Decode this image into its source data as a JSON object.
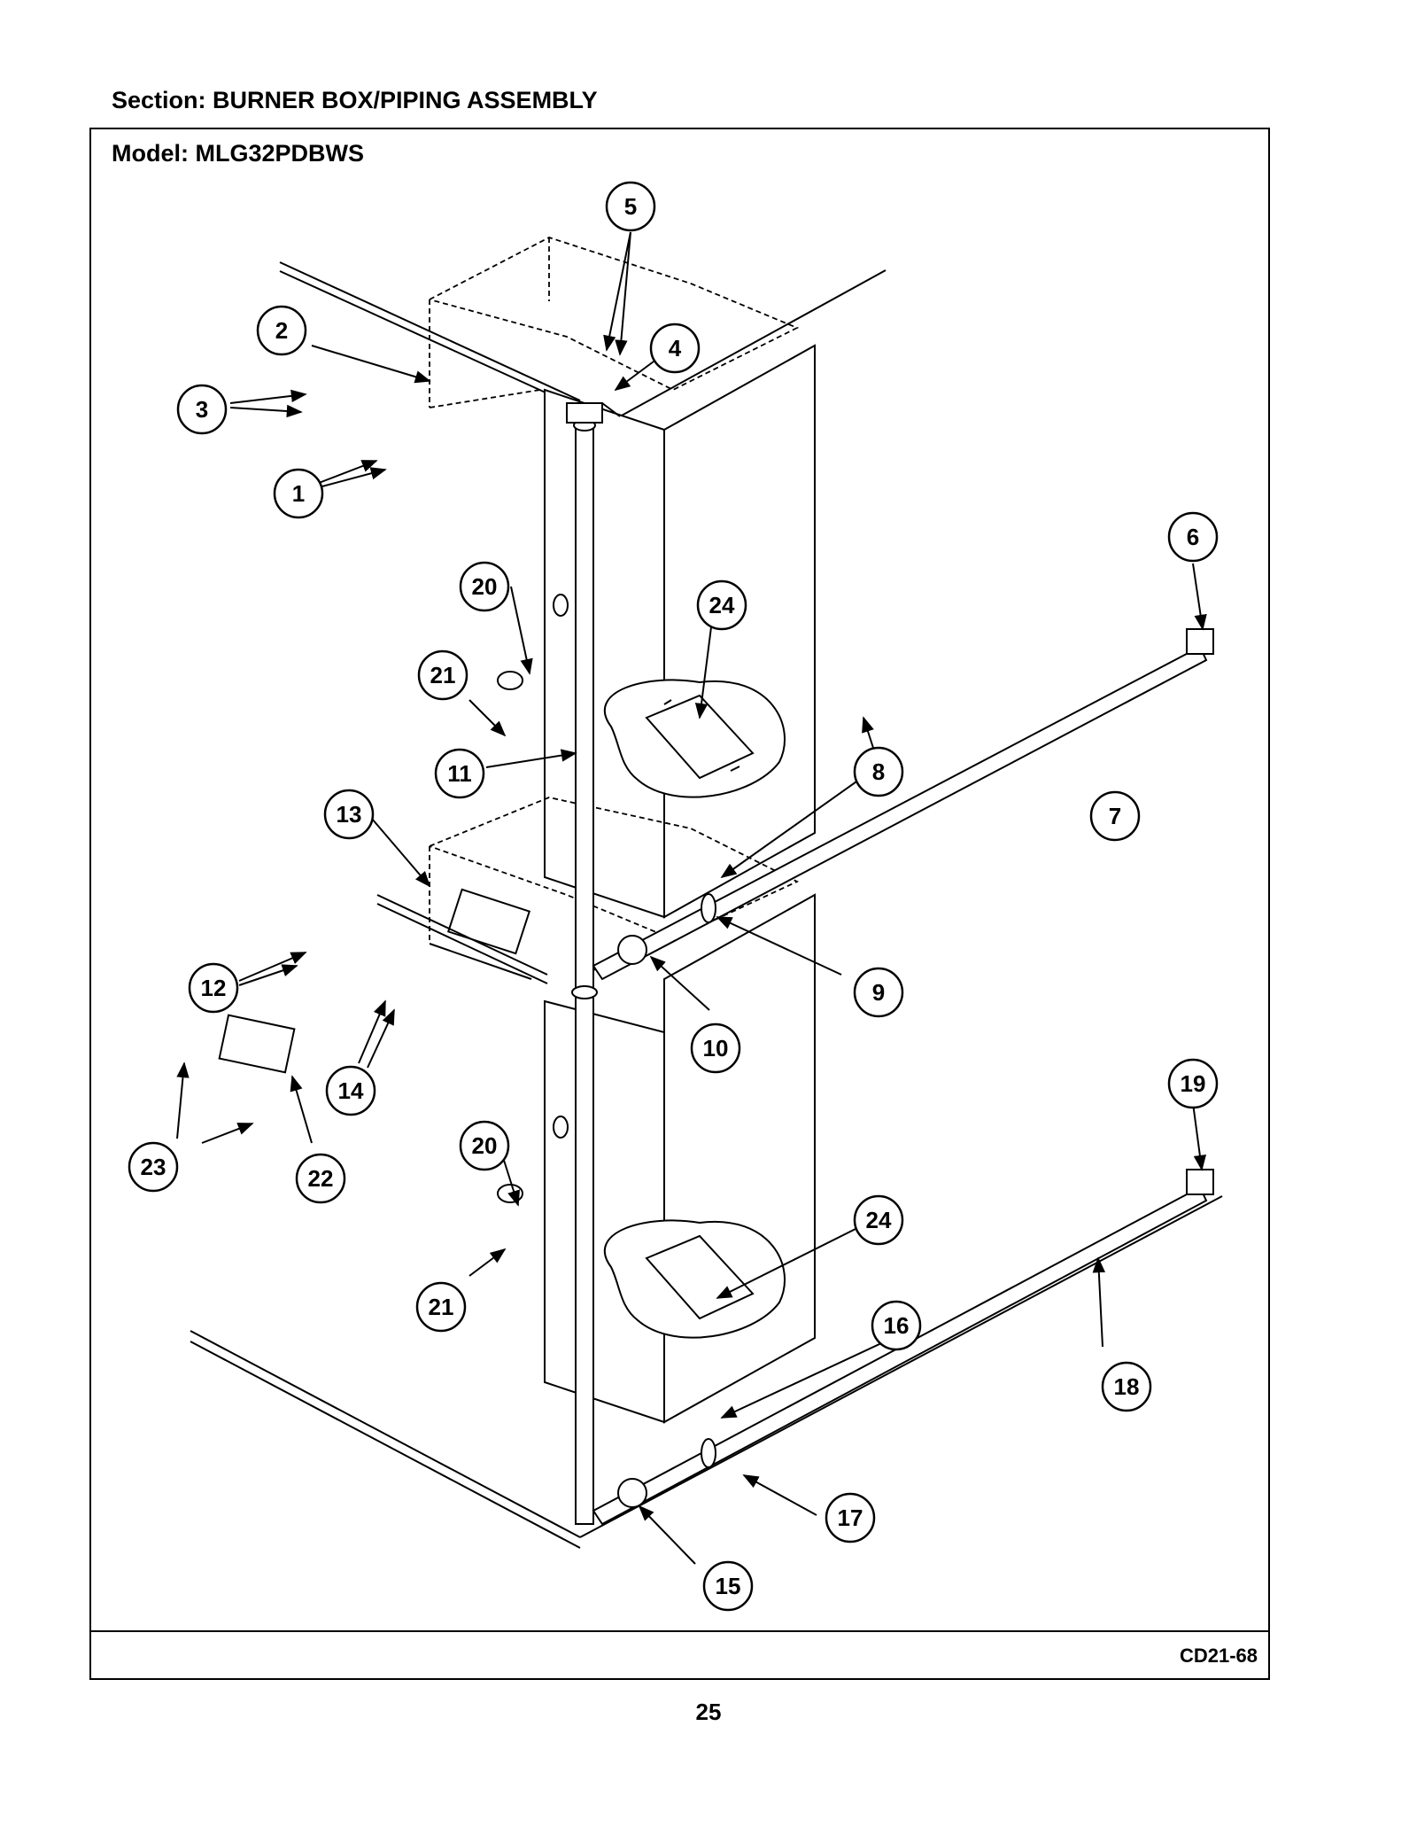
{
  "header": {
    "section_label": "Section:  BURNER BOX/PIPING ASSEMBLY",
    "model_label": "Model:  MLG32PDBWS"
  },
  "diagram": {
    "callouts": [
      "1",
      "2",
      "3",
      "4",
      "5",
      "6",
      "7",
      "8",
      "9",
      "10",
      "11",
      "12",
      "13",
      "14",
      "15",
      "16",
      "17",
      "18",
      "19",
      "20",
      "20",
      "21",
      "21",
      "22",
      "23",
      "24",
      "24"
    ]
  },
  "footer": {
    "diagram_code": "CD21-68",
    "page_number": "25"
  }
}
